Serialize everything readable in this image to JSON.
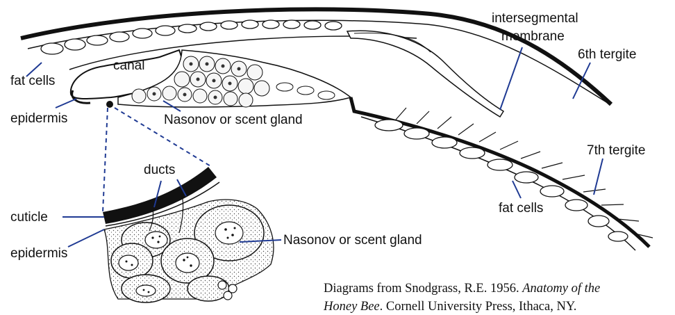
{
  "labels": {
    "intersegmental": [
      "intersegmental",
      "membrane"
    ],
    "sixth_tergite": "6th tergite",
    "fat_cells_top": "fat cells",
    "canal": "canal",
    "epidermis_top": "epidermis",
    "nasonov_top": "Nasonov or scent gland",
    "seventh_tergite": "7th tergite",
    "ducts": "ducts",
    "cuticle": "cuticle",
    "epidermis_bottom": "epidermis",
    "nasonov_bottom": "Nasonov or scent gland",
    "fat_cells_bottom": "fat cells"
  },
  "citation": {
    "line1_plain": "Diagrams from Snodgrass, R.E. 1956. ",
    "line1_italic": "Anatomy of the",
    "line2_italic": "Honey Bee",
    "line2_plain": ". Cornell University Press, Ithaca, NY."
  },
  "colors": {
    "leader": "#1f3a93",
    "ink": "#111111"
  }
}
